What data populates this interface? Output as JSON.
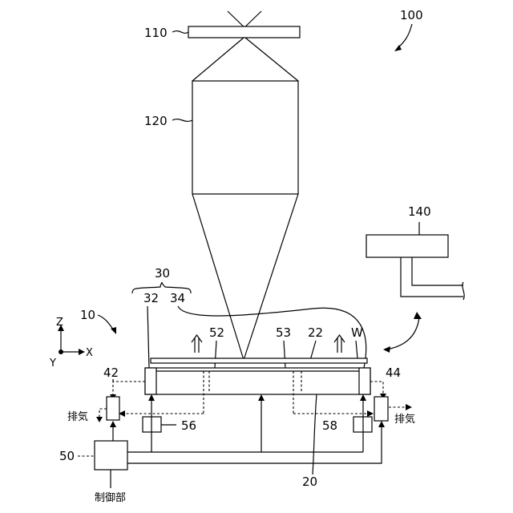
{
  "colors": {
    "line": "#000000",
    "background": "#ffffff"
  },
  "labels": {
    "system": "100",
    "light_source": "110",
    "optical_system": "120",
    "stage_device": "10",
    "holder_group": "30",
    "holder_left": "32",
    "holder_right": "34",
    "vent_left": "52",
    "vent_right": "53",
    "plate": "22",
    "wafer": "W",
    "pump_left": "42",
    "pump_right": "44",
    "sensor_left": "56",
    "sensor_right": "58",
    "controller": "50",
    "stage": "20",
    "measure": "140",
    "exhaust_left": "排気",
    "exhaust_right": "排気",
    "controller_text": "制御部"
  },
  "axes": {
    "z": "Z",
    "x": "X",
    "y": "Y"
  },
  "icons": [
    "up-arrow-icon",
    "up-arrow-icon",
    "axis-icon"
  ]
}
